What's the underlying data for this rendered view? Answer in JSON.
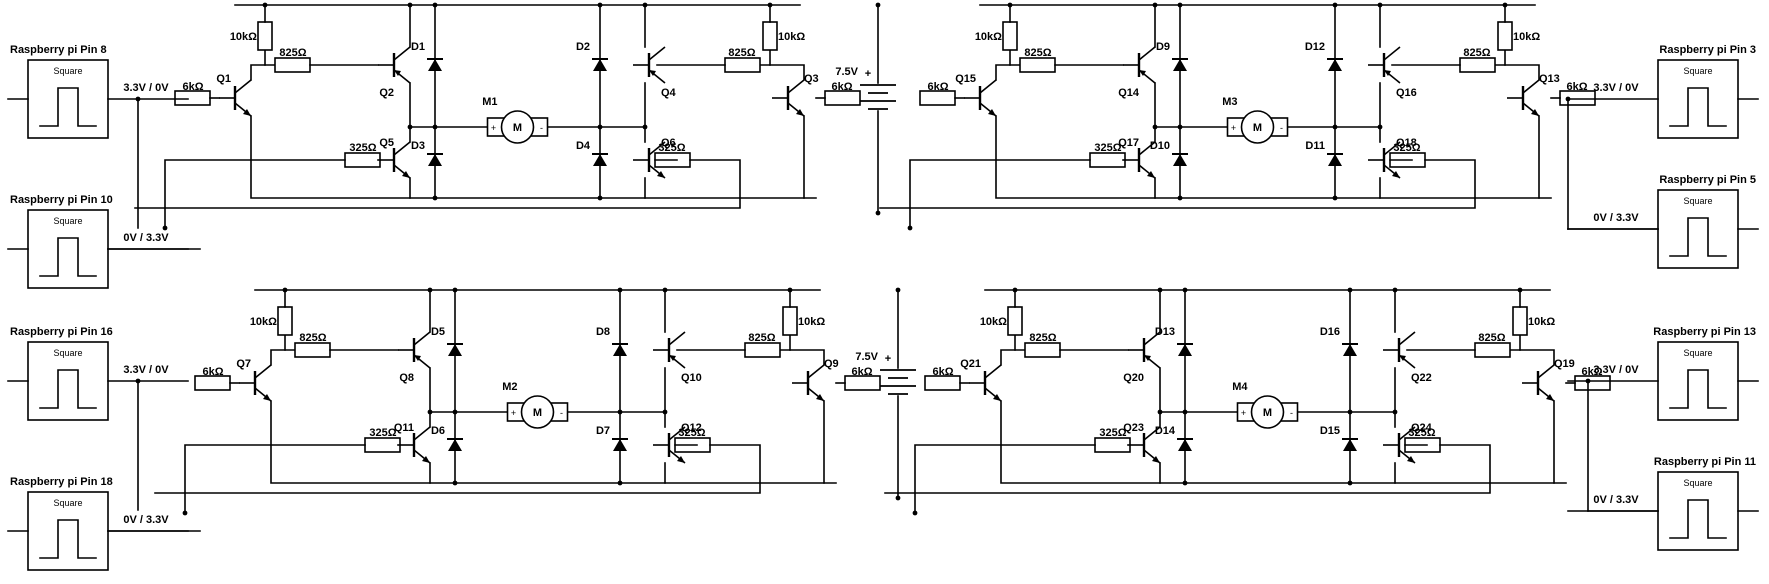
{
  "diagram": {
    "drivers": [
      {
        "transistors": [
          "Q1",
          "Q2",
          "Q3",
          "Q4",
          "Q5",
          "Q6"
        ],
        "diodes": [
          "D1",
          "D2",
          "D3",
          "D4"
        ],
        "motor": "M1",
        "motor_symbol": "M",
        "pin_a": "Raspberry pi Pin 8",
        "pin_b": "Raspberry pi Pin 10",
        "level_a": "3.3V / 0V",
        "level_b": "0V / 3.3V",
        "r_base": "6kΩ",
        "r_bias": "10kΩ",
        "r_mid": "825Ω",
        "r_low": "325Ω",
        "plus": "+",
        "minus": "-"
      },
      {
        "transistors": [
          "Q15",
          "Q14",
          "Q13",
          "Q16",
          "Q17",
          "Q18"
        ],
        "diodes": [
          "D9",
          "D12",
          "D10",
          "D11"
        ],
        "motor": "M3",
        "motor_symbol": "M",
        "pin_a": "Raspberry pi Pin 3",
        "pin_b": "Raspberry pi Pin 5",
        "level_a": "3.3V / 0V",
        "level_b": "0V / 3.3V",
        "r_base": "6kΩ",
        "r_bias": "10kΩ",
        "r_mid": "825Ω",
        "r_low": "325Ω",
        "plus": "+",
        "minus": "-"
      },
      {
        "transistors": [
          "Q7",
          "Q8",
          "Q9",
          "Q10",
          "Q11",
          "Q12"
        ],
        "diodes": [
          "D5",
          "D8",
          "D6",
          "D7"
        ],
        "motor": "M2",
        "motor_symbol": "M",
        "pin_a": "Raspberry pi Pin 16",
        "pin_b": "Raspberry pi Pin 18",
        "level_a": "3.3V / 0V",
        "level_b": "0V / 3.3V",
        "r_base": "6kΩ",
        "r_bias": "10kΩ",
        "r_mid": "825Ω",
        "r_low": "325Ω",
        "plus": "+",
        "minus": "-"
      },
      {
        "transistors": [
          "Q21",
          "Q20",
          "Q19",
          "Q22",
          "Q23",
          "Q24"
        ],
        "diodes": [
          "D13",
          "D16",
          "D14",
          "D15"
        ],
        "motor": "M4",
        "motor_symbol": "M",
        "pin_a": "Raspberry pi Pin 13",
        "pin_b": "Raspberry pi Pin 11",
        "level_a": "3.3V / 0V",
        "level_b": "0V / 3.3V",
        "r_base": "6kΩ",
        "r_bias": "10kΩ",
        "r_mid": "825Ω",
        "r_low": "325Ω",
        "plus": "+",
        "minus": "-"
      }
    ],
    "batteries": [
      {
        "voltage": "7.5V",
        "plus": "+"
      },
      {
        "voltage": "7.5V",
        "plus": "+"
      }
    ],
    "signal_box": "Square"
  }
}
